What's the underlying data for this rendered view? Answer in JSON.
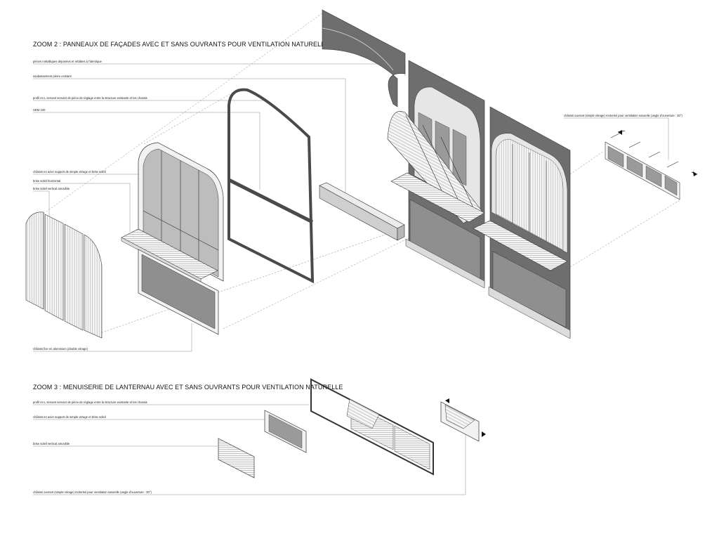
{
  "zoom2": {
    "title": "ZOOM 2 : PANNEAUX DE FAÇADES AVEC ET SANS OUVRANTS POUR VENTILATION NATURELLE",
    "labels": [
      "pièces métalliques déposées et rebâties à l'identique",
      "soubassement pierre existant",
      "profil en L servant servant de pièce de réglage entre la structure existante et les chassis",
      "HEM 100",
      "châssis en acier support de simple vitrage et brise soleil",
      "brise soleil horizontal",
      "brise soleil vertical amovible",
      "châssis fixe en aluminium (double vitrage)"
    ],
    "right_label": "châssis ouvrant (simple vitrage) motorisé pour ventilation naturelle (angle d'ouverture : 30°)"
  },
  "zoom3": {
    "title": "ZOOM 3 : MENUISERIE DE LANTERNAU AVEC ET SANS OUVRANTS POUR VENTILATION NATURELLE",
    "labels": [
      "profil en L servant servant de pièce de réglage entre la structure existante et les chassis",
      "châssis en acier support de simple vitrage et brise soleil",
      "brise soleil vertical amovible",
      "châssis ouvrant (simple vitrage) motorisé pour ventilation naturelle (angle d'ouverture : 30°)"
    ]
  },
  "colors": {
    "steel": "#4a4a4a",
    "glass": "#8f8f8f",
    "light": "#f4f4f4",
    "leader": "#8a8a8a"
  }
}
